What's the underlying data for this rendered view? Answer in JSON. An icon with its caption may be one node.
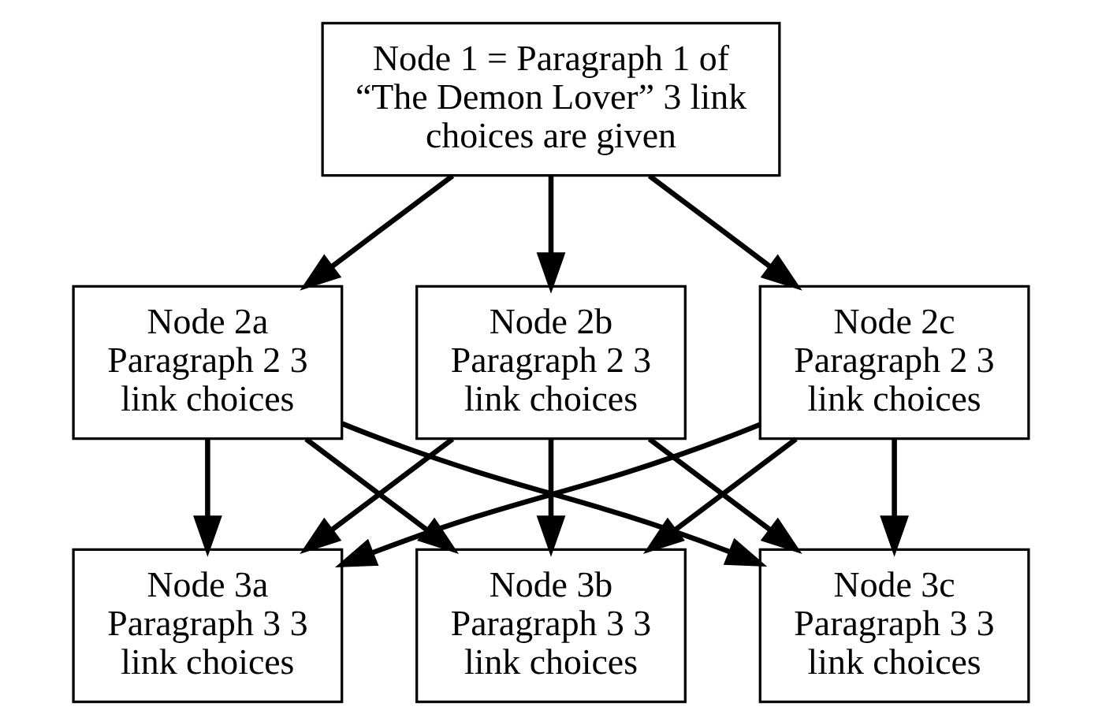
{
  "diagram": {
    "nodes": [
      {
        "text": [
          "Node 1 = Paragraph 1 of “The Demon Lover” 3 link choices are given"
        ]
      },
      {
        "text": [
          "Node 2a Paragraph 2 3 link choices"
        ]
      },
      {
        "text": [
          "Node 2b Paragraph 2 3 link choices"
        ]
      },
      {
        "text": [
          "Node 2c Paragraph 2 3 link choices"
        ]
      },
      {
        "text": [
          "Node 3a Paragraph 3 3 link choices"
        ]
      },
      {
        "text": [
          "Node 3b Paragraph 3 3 link choices"
        ]
      },
      {
        "text": [
          "Node 3c Paragraph 3 3 link choices"
        ]
      }
    ],
    "edges": [
      {
        "from": 0,
        "to": 1,
        "arrow": "to"
      },
      {
        "from": 0,
        "to": 2,
        "arrow": "to"
      },
      {
        "from": 0,
        "to": 3,
        "arrow": "to"
      },
      {
        "from": 1,
        "to": 4,
        "arrow": "to"
      },
      {
        "from": 1,
        "to": 5,
        "arrow": "to"
      },
      {
        "from": 1,
        "to": 6,
        "arrow": "to"
      },
      {
        "from": 2,
        "to": 4,
        "arrow": "to"
      },
      {
        "from": 2,
        "to": 5,
        "arrow": "to"
      },
      {
        "from": 2,
        "to": 6,
        "arrow": "to"
      },
      {
        "from": 3,
        "to": 4,
        "arrow": "to"
      },
      {
        "from": 3,
        "to": 5,
        "arrow": "to"
      },
      {
        "from": 3,
        "to": 6,
        "arrow": "to"
      }
    ]
  }
}
